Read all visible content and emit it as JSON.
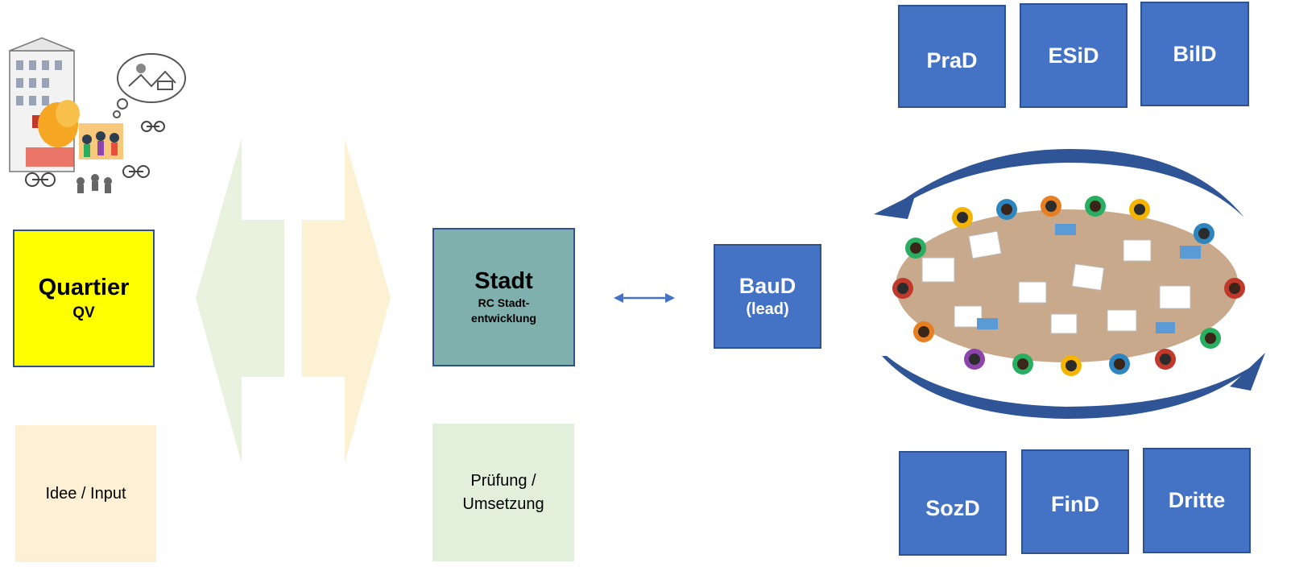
{
  "quartier": {
    "title": "Quartier",
    "subtitle": "QV"
  },
  "idee": {
    "label": "Idee / Input"
  },
  "stadt": {
    "title": "Stadt",
    "line1": "RC Stadt-",
    "line2": "entwicklung"
  },
  "pruefung": {
    "line1": "Prüfung /",
    "line2": "Umsetzung"
  },
  "baud": {
    "title": "BauD",
    "subtitle": "(lead)"
  },
  "departments_top": [
    "PraD",
    "ESiD",
    "BilD"
  ],
  "departments_bottom": [
    "SozD",
    "FinD",
    "Dritte"
  ],
  "colors": {
    "dept_blue": "#4472c4",
    "border_blue": "#2f528f",
    "quartier_yellow": "#ffff00",
    "stadt_teal": "#7fb0ad",
    "idee_cream": "#fdf0d5",
    "pruefung_green": "#e2efda",
    "arrow_left_green": "#e8f2de",
    "arrow_right_cream": "#fdf1d4"
  },
  "icons": [
    "neighborhood-illustration",
    "double-arrow-icon",
    "meeting-table-illustration",
    "cycle-arrows-icon"
  ]
}
